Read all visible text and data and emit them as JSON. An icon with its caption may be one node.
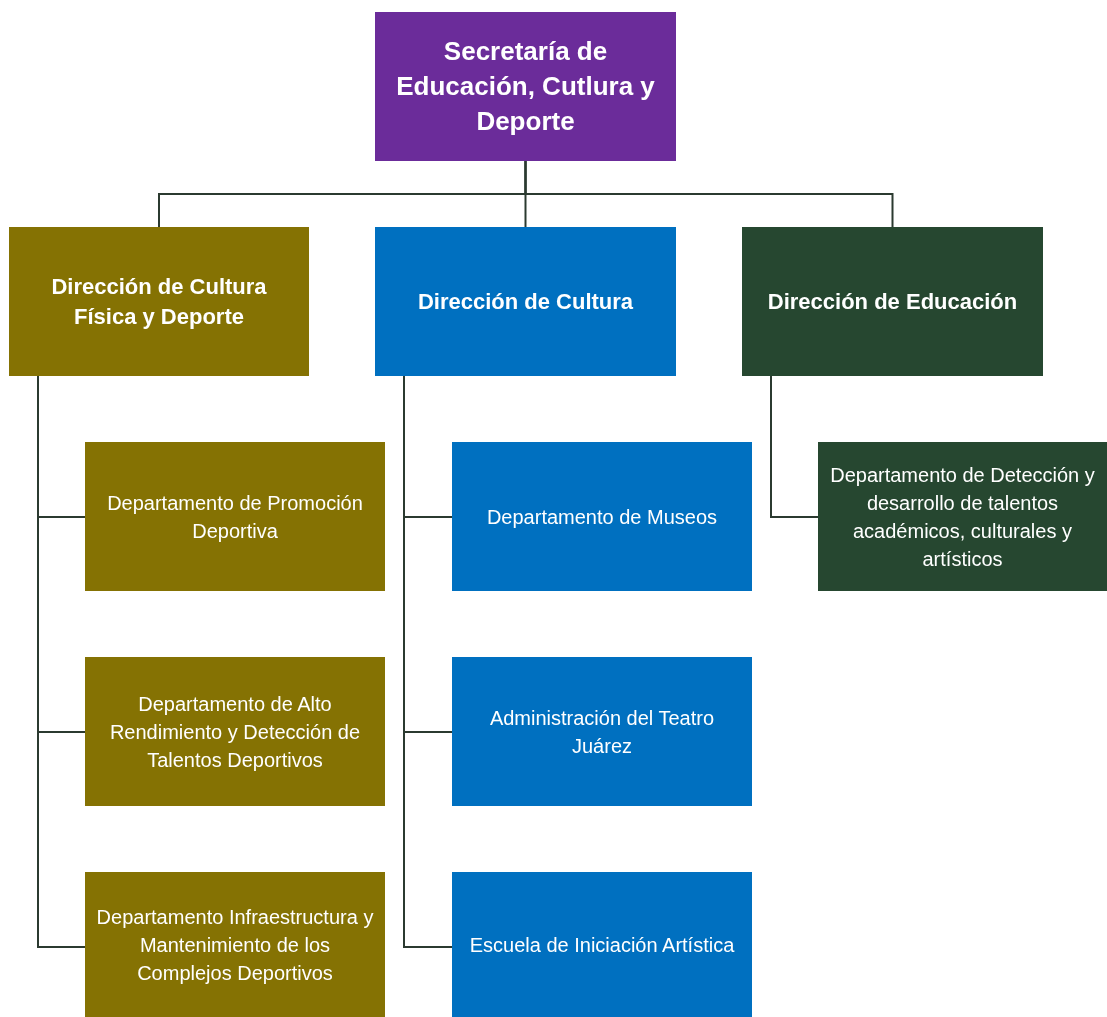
{
  "diagram": {
    "nodes": [
      {
        "text": [
          "Secretaría de Educación, Cutlura y Deporte"
        ]
      },
      {
        "text": [
          "Dirección de Cultura Física y Deporte"
        ]
      },
      {
        "text": [
          "Dirección de Cultura"
        ]
      },
      {
        "text": [
          "Dirección de Educación"
        ]
      },
      {
        "text": [
          "Departamento de Promoción Deportiva"
        ]
      },
      {
        "text": [
          "Departamento de Alto Rendimiento y Detección de Talentos Deportivos"
        ]
      },
      {
        "text": [
          "Departamento Infraestructura y Mantenimiento de los Complejos Deportivos"
        ]
      },
      {
        "text": [
          "Departamento de Museos"
        ]
      },
      {
        "text": [
          "Administración del Teatro Juárez"
        ]
      },
      {
        "text": [
          "Escuela de Iniciación Artística"
        ]
      },
      {
        "text": [
          "Departamento de Detección y desarrollo de talentos académicos, culturales y artísticos"
        ]
      }
    ],
    "edges": [
      {
        "from": 0,
        "to": 1,
        "arrow": "none"
      },
      {
        "from": 0,
        "to": 2,
        "arrow": "none"
      },
      {
        "from": 0,
        "to": 3,
        "arrow": "none"
      },
      {
        "from": 1,
        "to": 4,
        "arrow": "none"
      },
      {
        "from": 1,
        "to": 5,
        "arrow": "none"
      },
      {
        "from": 1,
        "to": 6,
        "arrow": "none"
      },
      {
        "from": 2,
        "to": 7,
        "arrow": "none"
      },
      {
        "from": 2,
        "to": 8,
        "arrow": "none"
      },
      {
        "from": 2,
        "to": 9,
        "arrow": "none"
      },
      {
        "from": 3,
        "to": 10,
        "arrow": "none"
      }
    ]
  }
}
